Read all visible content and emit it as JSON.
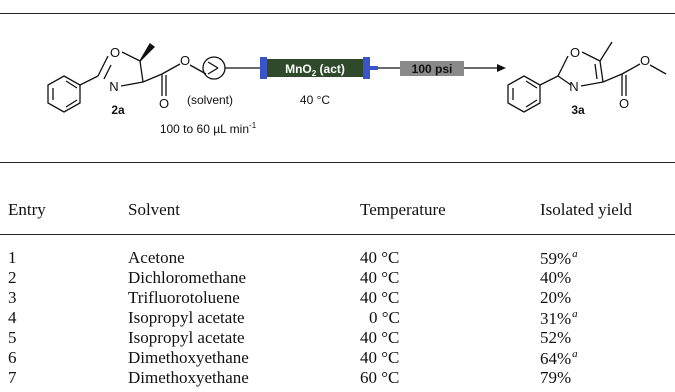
{
  "scheme": {
    "reactant_label": "2a",
    "product_label": "3a",
    "solvent_label": "(solvent)",
    "flow_rate_label": "100 to 60 µL min",
    "flow_rate_exponent": "-1",
    "reactor_label_main": "MnO",
    "reactor_label_sub": "2",
    "reactor_label_rest": " (act)",
    "reactor_temperature": "40 °C",
    "bpr_label": "100 psi",
    "atom_o": "O",
    "atom_n": "N"
  },
  "table": {
    "headers": {
      "entry": "Entry",
      "solvent": "Solvent",
      "temperature": "Temperature",
      "yield": "Isolated yield"
    },
    "rows": [
      {
        "entry": "1",
        "solvent": "Acetone",
        "temperature": "40 °C",
        "yield": "59%",
        "note": "a"
      },
      {
        "entry": "2",
        "solvent": "Dichloromethane",
        "temperature": "40 °C",
        "yield": "40%",
        "note": ""
      },
      {
        "entry": "3",
        "solvent": "Trifluorotoluene",
        "temperature": "40 °C",
        "yield": "20%",
        "note": ""
      },
      {
        "entry": "4",
        "solvent": "Isopropyl acetate",
        "temperature": "0 °C",
        "yield": "31%",
        "note": "a"
      },
      {
        "entry": "5",
        "solvent": "Isopropyl acetate",
        "temperature": "40 °C",
        "yield": "52%",
        "note": ""
      },
      {
        "entry": "6",
        "solvent": "Dimethoxyethane",
        "temperature": "40 °C",
        "yield": "64%",
        "note": "a"
      },
      {
        "entry": "7",
        "solvent": "Dimethoxyethane",
        "temperature": "60 °C",
        "yield": "79%",
        "note": ""
      }
    ]
  },
  "colors": {
    "reactor_fill": "#2e4a2a",
    "reactor_cap": "#3a55c8",
    "bpr_fill": "#8a8a8a",
    "rule": "#222222"
  }
}
